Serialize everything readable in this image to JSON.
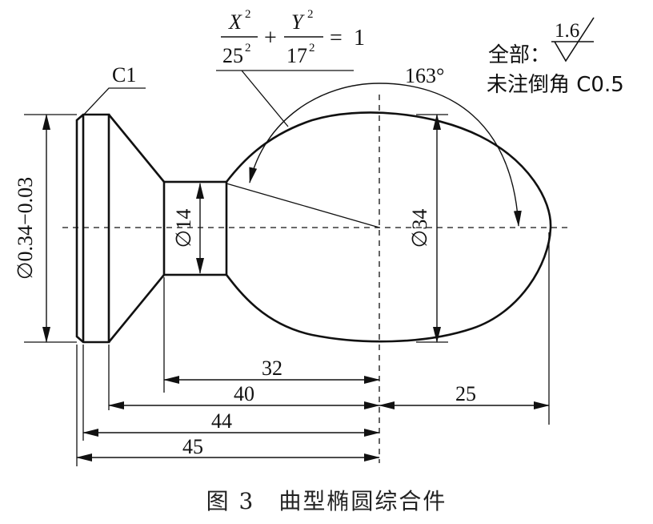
{
  "formula": {
    "x_var": "X",
    "x_exp": "2",
    "x_den": "25",
    "x_den_exp": "2",
    "plus": "+",
    "y_var": "Y",
    "y_exp": "2",
    "y_den": "17",
    "y_den_exp": "2",
    "equals": "=",
    "rhs": "1"
  },
  "surface_finish": {
    "label": "全部：",
    "value": "1.6"
  },
  "chamfer_note": "未注倒角 C0.5",
  "angle_label": "163°",
  "chamfer_label": "C1",
  "dims": {
    "left_dia": "∅0.34−0.03",
    "neck_dia": "∅14",
    "ball_dia": "∅34",
    "d32": "32",
    "d40": "40",
    "d44": "44",
    "d45": "45",
    "d25": "25"
  },
  "caption": "图 3　曲型椭圆综合件"
}
